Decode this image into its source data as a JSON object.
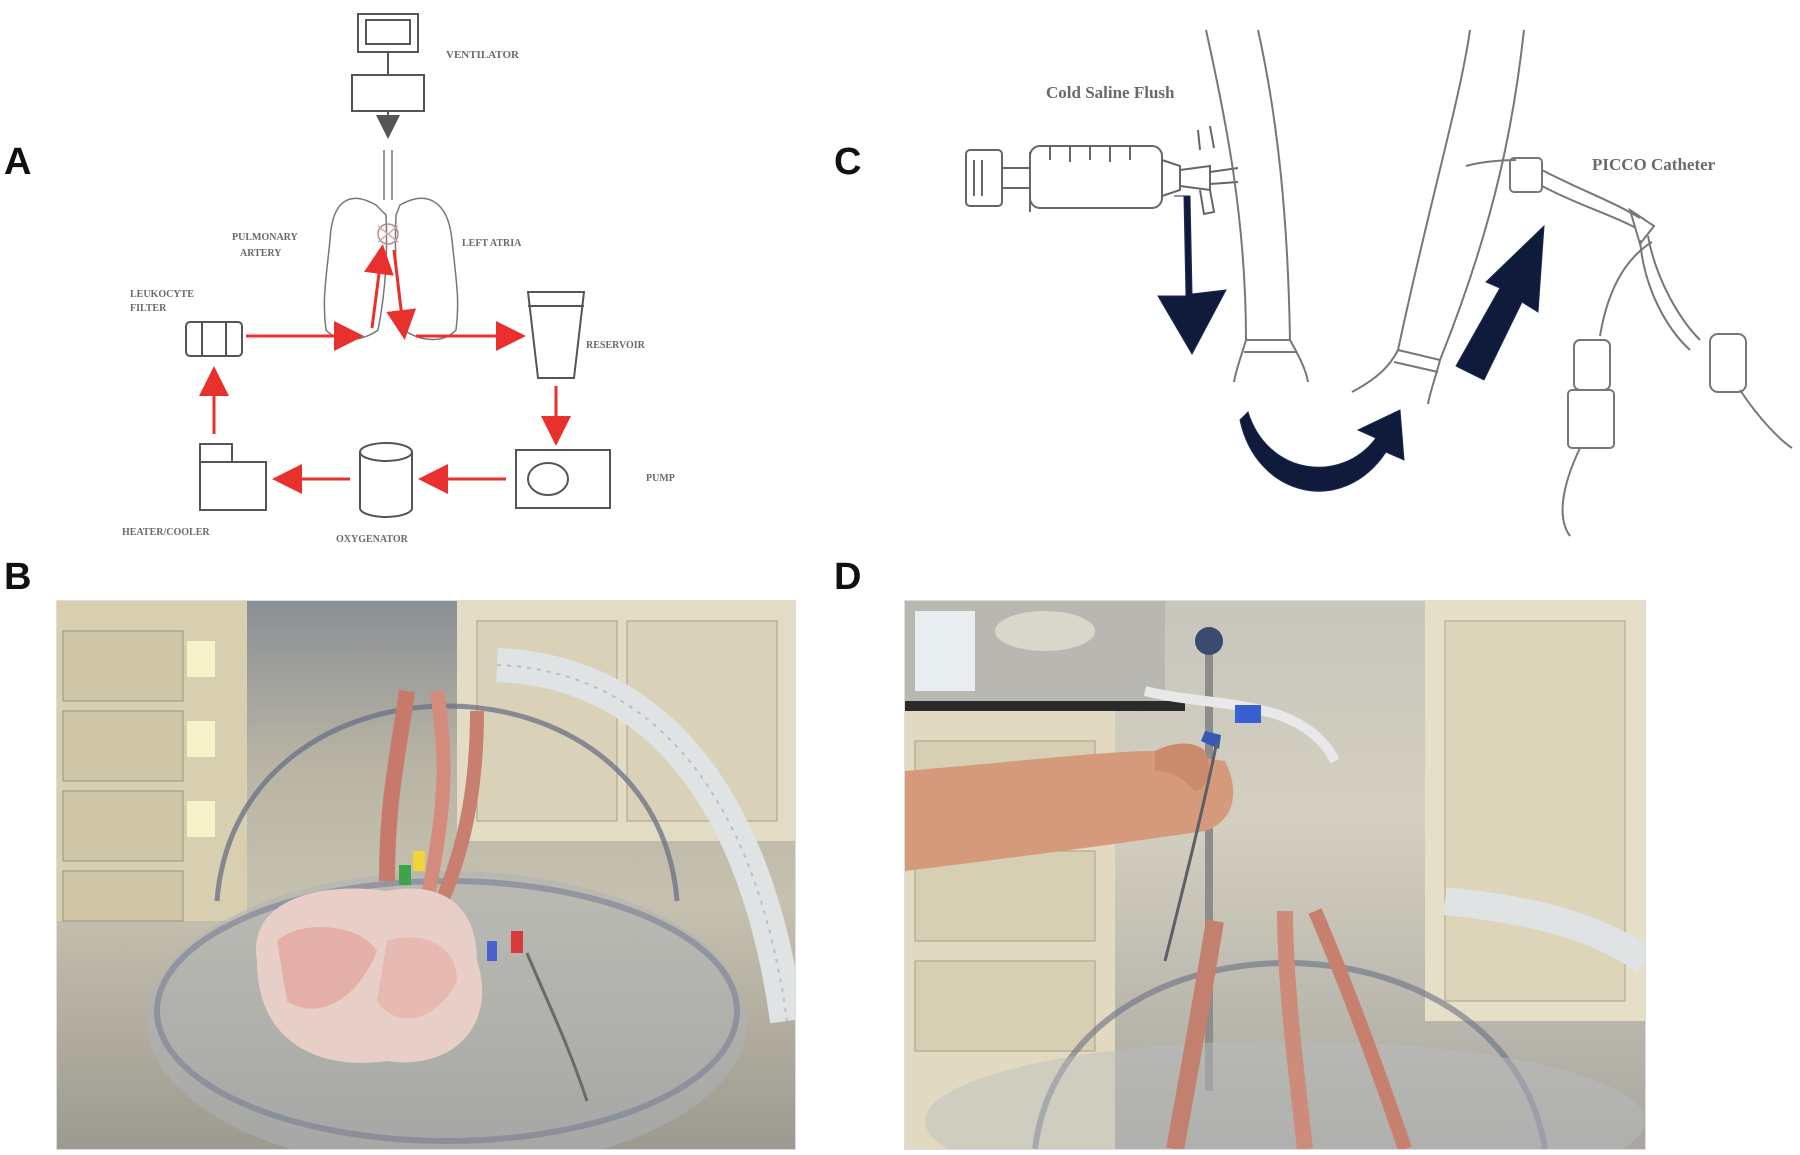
{
  "panels": [
    {
      "id": "A",
      "letter": "A"
    },
    {
      "id": "B",
      "letter": "B"
    },
    {
      "id": "C",
      "letter": "C"
    },
    {
      "id": "D",
      "letter": "D"
    }
  ],
  "diagram_a": {
    "labels": {
      "ventilator": "VENTILATOR",
      "pulmonary_artery_1": "PULMONARY",
      "pulmonary_artery_2": "ARTERY",
      "left_atria": "LEFT ATRIA",
      "leukocyte_filter_1": "LEUKOCYTE",
      "leukocyte_filter_2": "FILTER",
      "reservoir": "RESERVOIR",
      "pump": "PUMP",
      "oxygenator": "OXYGENATOR",
      "heater_cooler": "HEATER/COOLER"
    },
    "flow_color": "#e8312c",
    "line_color": "#555555"
  },
  "diagram_c": {
    "labels": {
      "cold_saline_flush": "Cold Saline Flush",
      "picco_catheter": "PICCO Catheter"
    },
    "arrow_color": "#101a3a"
  },
  "photos": {
    "b": {
      "subject": "ex vivo lung in glass dome on perfusion circuit"
    },
    "d": {
      "subject": "hand holding catheter line over perfusion dome"
    }
  }
}
